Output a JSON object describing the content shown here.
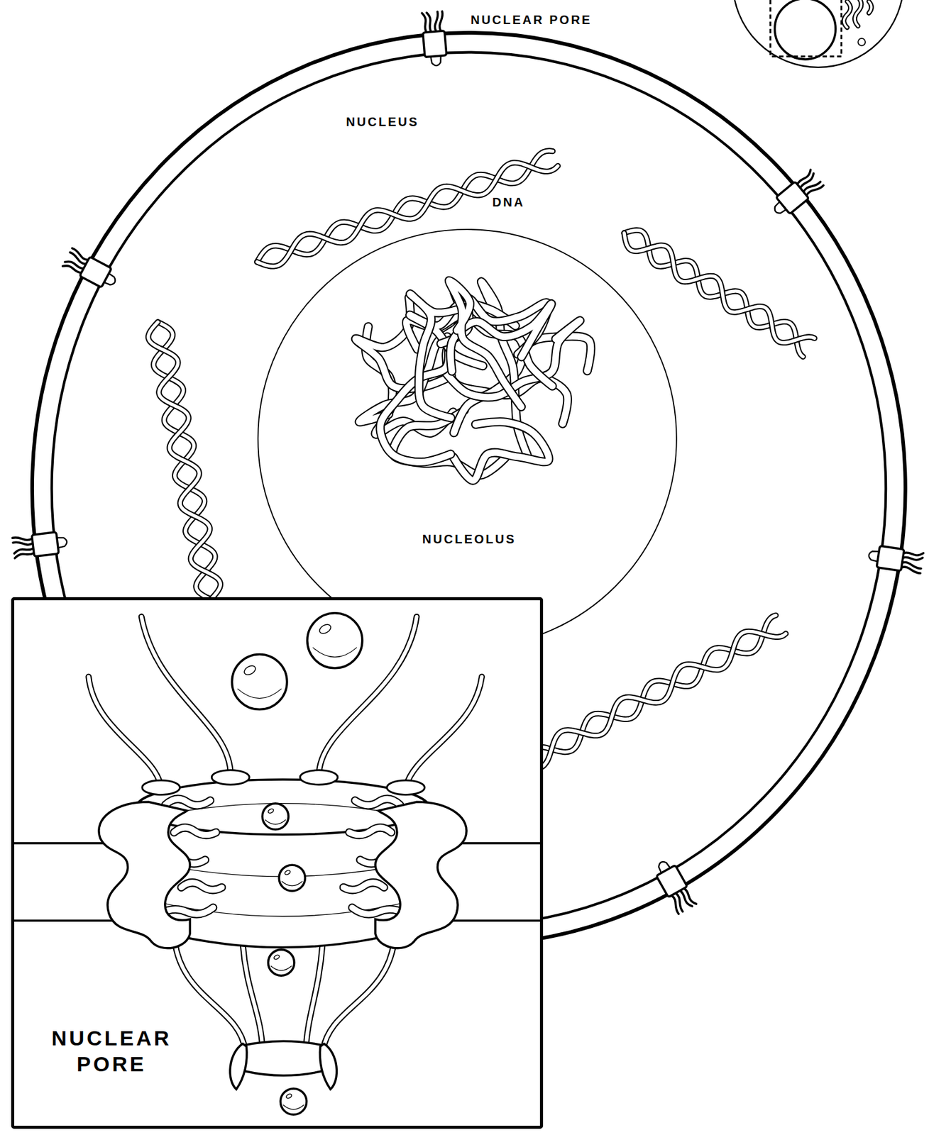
{
  "diagram": {
    "nodes": [
      {
        "text": [
          "NUCLEUS"
        ]
      },
      {
        "text": [
          "NUCLEOLUS"
        ],
        "in": 0
      },
      {
        "text": [
          "NUCLEAR PORE"
        ]
      }
    ],
    "labels": [
      "NUCLEAR PORE",
      "DNA"
    ]
  }
}
